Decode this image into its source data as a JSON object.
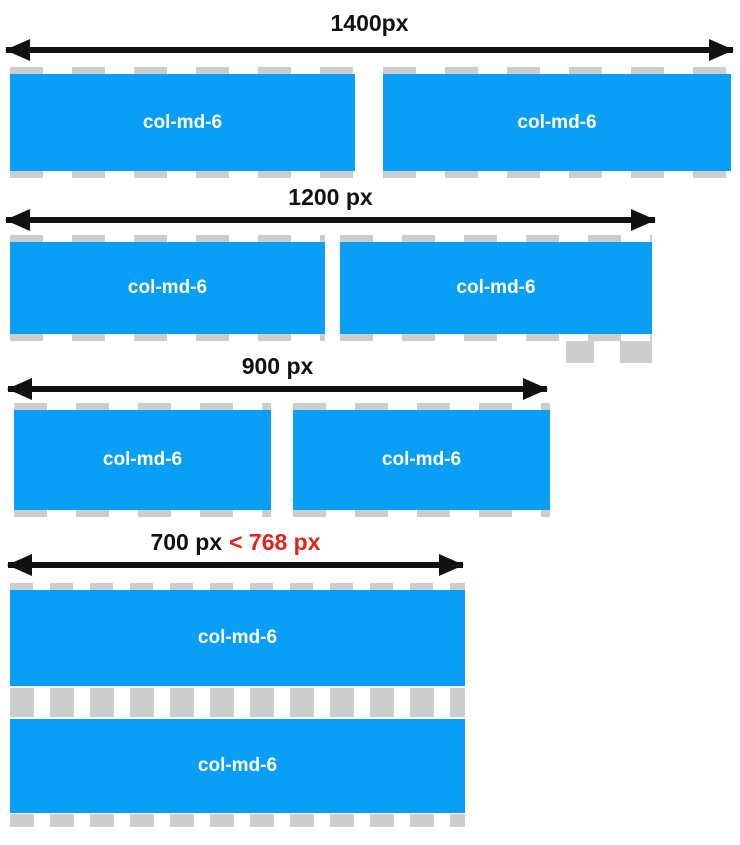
{
  "diagram": {
    "colors": {
      "column_blue": "#0A9FF7",
      "gutter_gray": "#CDCDCD",
      "arrow_black": "#111111",
      "warning_red": "#E2231A",
      "column_text_white": "#FFFFFF",
      "background": "#FFFFFF"
    },
    "sections": [
      {
        "width_label": "1400px",
        "arrangement": "two-columns-side-by-side",
        "columns": [
          {
            "label": "col-md-6"
          },
          {
            "label": "col-md-6"
          }
        ]
      },
      {
        "width_label": "1200 px",
        "arrangement": "two-columns-side-by-side",
        "columns": [
          {
            "label": "col-md-6"
          },
          {
            "label": "col-md-6"
          }
        ]
      },
      {
        "width_label": "900 px",
        "arrangement": "two-columns-side-by-side",
        "columns": [
          {
            "label": "col-md-6"
          },
          {
            "label": "col-md-6"
          }
        ]
      },
      {
        "width_label": "700 px",
        "width_warning": "< 768 px",
        "arrangement": "stacked",
        "columns": [
          {
            "label": "col-md-6"
          },
          {
            "label": "col-md-6"
          }
        ]
      }
    ]
  }
}
